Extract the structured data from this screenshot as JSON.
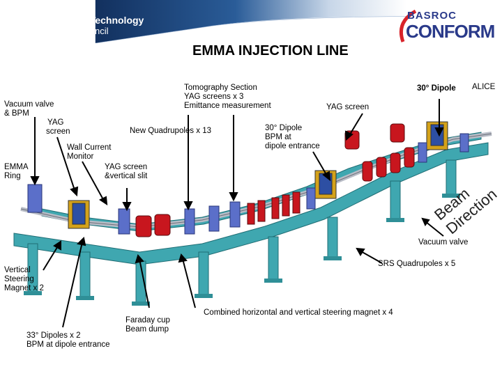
{
  "header": {
    "org_line1": "Science & Technology",
    "org_line2": "Facilities Council",
    "partner_line1": "BASROC",
    "partner_line2": "CONFORM"
  },
  "title": "EMMA INJECTION LINE",
  "labels": {
    "tomography": [
      "Tomography Section",
      "YAG screens x 3",
      "Emittance measurement"
    ],
    "dipole30_top": "30° Dipole",
    "alice": "ALICE",
    "yag_screen_top": "YAG screen",
    "vacuum_valve_bpm": [
      "Vacuum valve",
      "& BPM"
    ],
    "yag_screen_left": [
      "YAG",
      "screen"
    ],
    "new_quads": "New Quadrupoles x 13",
    "dipole30_mid": [
      "30° Dipole",
      "BPM at",
      "dipole entrance"
    ],
    "wall_current": [
      "Wall Current",
      "Monitor"
    ],
    "emma_ring": [
      "EMMA",
      "Ring"
    ],
    "yag_slit": [
      "YAG screen",
      "&vertical slit"
    ],
    "beam_direction": "Beam Direction",
    "vacuum_valve_right": "Vacuum valve",
    "srs_quads": "SRS Quadrupoles x 5",
    "vertical_steering": [
      "Vertical",
      "Steering",
      "Magnet x 2"
    ],
    "faraday": [
      "Faraday cup",
      "Beam dump"
    ],
    "combined_steering": "Combined horizontal and vertical steering magnet x 4",
    "dipoles33": [
      "33° Dipoles x 2",
      "BPM at dipole entrance"
    ]
  },
  "colors": {
    "header_blue": "#1d3f7a",
    "frame_teal": "#3fa7b0",
    "magnet_red": "#c8161e",
    "beampipe": "#b8bcc6",
    "partner_blue": "#2a3a8a"
  }
}
